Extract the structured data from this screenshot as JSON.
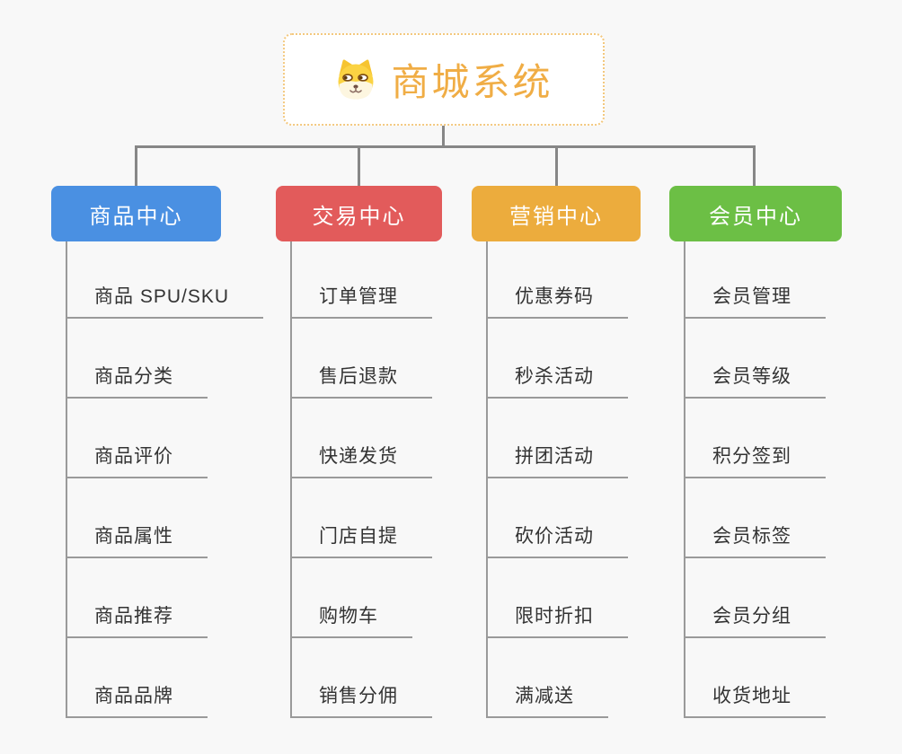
{
  "css_vars": {
    "bg": "#f8f8f8",
    "connector": "#878787",
    "underline": "#9a9a9a",
    "child-text": "#333333"
  },
  "root": {
    "title": "商城系统",
    "icon": "dog-face-icon",
    "text_color": "#f0ad45",
    "border_color": "#f3c87e",
    "background": "#ffffff"
  },
  "branches": [
    {
      "label": "商品中心",
      "color": "#4a90e2",
      "children": [
        "商品 SPU/SKU",
        "商品分类",
        "商品评价",
        "商品属性",
        "商品推荐",
        "商品品牌"
      ]
    },
    {
      "label": "交易中心",
      "color": "#e25b5b",
      "children": [
        "订单管理",
        "售后退款",
        "快递发货",
        "门店自提",
        "购物车",
        "销售分佣"
      ]
    },
    {
      "label": "营销中心",
      "color": "#ecac3d",
      "children": [
        "优惠券码",
        "秒杀活动",
        "拼团活动",
        "砍价活动",
        "限时折扣",
        "满减送"
      ]
    },
    {
      "label": "会员中心",
      "color": "#6cbf45",
      "children": [
        "会员管理",
        "会员等级",
        "积分签到",
        "会员标签",
        "会员分组",
        "收货地址"
      ]
    }
  ]
}
